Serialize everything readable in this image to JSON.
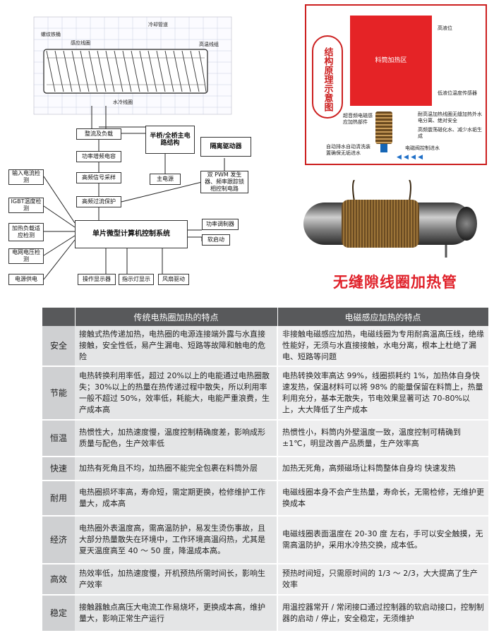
{
  "diagram": {
    "coil_labels": [
      "螺纹铁桶",
      "感应线圈",
      "冷却管道",
      "高温线组",
      "水冷线圈"
    ],
    "boxes": {
      "rectifier": "整流及负载",
      "cap": "功率增频电容",
      "sampling": "高频信号采样",
      "overcurrent": "高频过流保护",
      "bridge": "半桥/全桥主电路结构",
      "isolation": "隔离驱动器",
      "power": "主电源",
      "pwm": "双 PWM 发生器、频率跟踪锁相控制电路",
      "mcu": "单片微型计算机控制系统",
      "power_adjust": "功率调制器",
      "soft_start": "软启动",
      "keypad": "操作显示器",
      "indicator": "指示灯显示",
      "fan": "风扇驱动",
      "in1": "输入电流检测",
      "in2": "IGBT温度检测",
      "in3": "加热负载适应检测",
      "in4": "电网电压检测",
      "in5": "电源供电"
    }
  },
  "structure": {
    "title": "结构原理示意图",
    "tank_label": "料筒加热区",
    "labels": {
      "high_level": "高液位",
      "low_level": "低液位温度传感器",
      "desc": "耐高温加热线圈无缝加热外水电分离、绝对安全",
      "float": "高频震荡磁化水、减少水垢生成",
      "ultra": "超音频电磁感应加热部件",
      "auto": "自动排水自动清洗装置确保无垢进水",
      "valve": "电磁阀控制进水"
    }
  },
  "tube": {
    "title": "无缝隙线圈加热管"
  },
  "table": {
    "headers": [
      "",
      "传统电热圈加热的特点",
      "电磁感应加热的特点"
    ],
    "rows": [
      {
        "cat": "安全",
        "trad": "接触式热传递加热，电热圈的电源连接端外露与水直接接触，安全性低，易产生漏电、短路等故障和触电的危险",
        "em": "非接触电磁感应加热，电磁线圈为专用耐高温高压线，绝缘性能好，无须与水直接接触，水电分离，根本上杜绝了漏电、短路等问题"
      },
      {
        "cat": "节能",
        "trad": "电热转换利用率低，超过 20%以上的电能通过电热圈散失；30%以上的热量在热传递过程中散失，所以利用率一般不超过 50%，效率低，耗能大，电能严重浪费，生产成本高",
        "em": "电热转换效率高达 99%，线圈损耗约 1%，加热体自身快速发热，保温材料可以将 98% 的能量保留在料筒上，热量利用充分，基本无散失，节电效果显著可达 70-80%以上，大大降低了生产成本"
      },
      {
        "cat": "恒温",
        "trad": "热惯性大，加热速度慢，温度控制精确度差，影响成形质量与配色，生产效率低",
        "em": "热惯性小，料筒内外壁温度一致，温度控制可精确到 ±1℃，明显改善产品质量，生产效率高"
      },
      {
        "cat": "快速",
        "trad": "加热有死角且不均，加热圈不能完全包裹在料筒外层",
        "em": "加热无死角，高频磁场让料筒整体自身均 快速发热"
      },
      {
        "cat": "耐用",
        "trad": "电热圈损坏率高，寿命短，需定期更换，检修维护工作量大，成本高",
        "em": "电磁线圈本身不会产生热量，寿命长，无需检修，无维护更换成本"
      },
      {
        "cat": "经济",
        "trad": "电热圈外表温度高，需高温防护，易发生烫伤事故，且大部分热量散失在环境中，工作环境高温闷热，尤其是夏天温度高至 40 ～ 50 度，降温成本高。",
        "em": "电磁线圈表面温度在 20-30 度 左右，手可以安全触摸，无需高温防护，采用水冷热交换，成本低。"
      },
      {
        "cat": "高效",
        "trad": "热效率低，加热速度慢，开机预热所需时间长，影响生产效率",
        "em": "预热时间短，只需原时间的 1/3 ～ 2/3，大大提高了生产效率"
      },
      {
        "cat": "稳定",
        "trad": "接触器触点高压大电流工作易烧坏，更换成本高，维护量大，影响正常生产运行",
        "em": "用温控器常开 / 常闭接口通过控制器的软启动接口，控制制器的启动 / 停止，安全稳定，无须维护"
      }
    ]
  }
}
